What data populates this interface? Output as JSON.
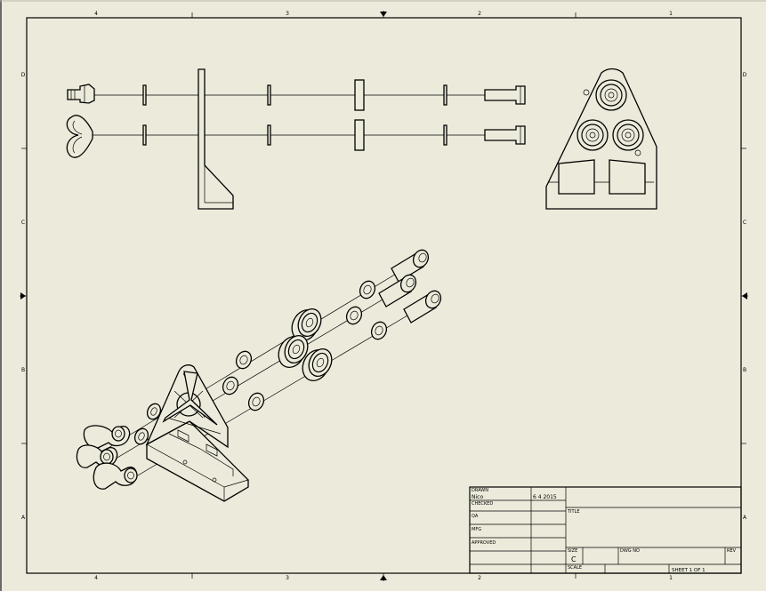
{
  "zones": {
    "columns": [
      "4",
      "3",
      "2",
      "1"
    ],
    "rows": [
      "D",
      "C",
      "B",
      "A"
    ]
  },
  "title_block": {
    "drawn_label": "DRAWN",
    "drawn_by": "Nico",
    "drawn_date": "6 4 2015",
    "checked_label": "CHECKED",
    "qa_label": "QA",
    "mfg_label": "MFG",
    "approved_label": "APPROVED",
    "title_label": "TITLE",
    "size_label": "SIZE",
    "size_value": "C",
    "dwg_no_label": "DWG NO",
    "rev_label": "REV",
    "scale_label": "SCALE",
    "sheet_text": "SHEET 1  OF 1"
  }
}
